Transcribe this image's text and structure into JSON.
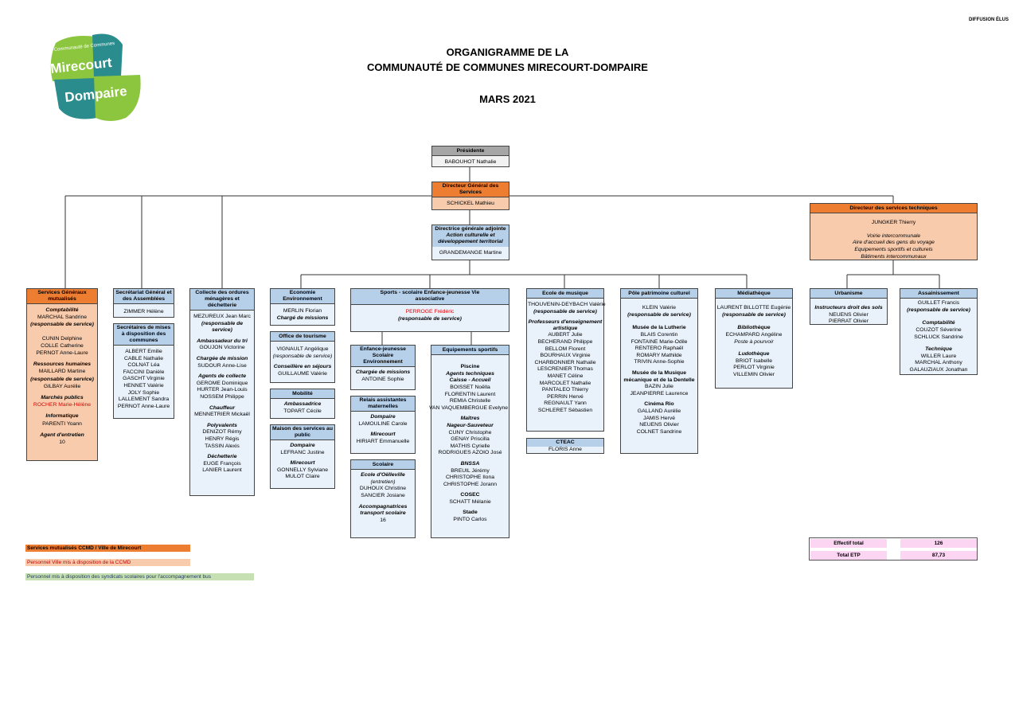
{
  "header": {
    "diffusion": "DIFFUSION ÉLUS",
    "title_line1": "ORGANIGRAMME DE LA",
    "title_line2": "COMMUNAUTÉ DE COMMUNES MIRECOURT-DOMPAIRE",
    "date": "MARS 2021"
  },
  "logo": {
    "small": "Communauté de Communes",
    "word1": "Mirecourt",
    "word2": "Dompaire"
  },
  "colors": {
    "orange": "#ed7d31",
    "peach": "#f8cbad",
    "green": "#c6e0b4",
    "blue_header": "#b7d0ea",
    "blue_body": "#e9f2fb",
    "logo_green": "#8cc63f",
    "logo_teal": "#2a8c8c"
  },
  "top": {
    "presidente": {
      "title": "Présidente",
      "name": "BABOUHOT Nathalie"
    },
    "dgs": {
      "title": "Directeur Général des Services",
      "name": "SCHICKEL Mathieu"
    },
    "dga": {
      "title": "Directrice générale adjointe",
      "sub": "Action culturelle et développement territorial",
      "name": "GRANDEMANGE Martine"
    },
    "dst": {
      "title": "Directeur des services techniques",
      "name": "JUNGKER Thierry",
      "items": [
        "Voirie intercommunale",
        "Aire d'accueil des gens du voyage",
        "Equipements sportifs et culturels",
        "Bâtiments intercommunaux"
      ]
    }
  },
  "services_generaux": {
    "title": "Services Généraux mutualisés",
    "s1": "Comptabilité",
    "s1_name": "MARCHAL Sandrine",
    "s1_resp": "(responsable de service)",
    "s1_names": [
      "CUNIN Delphine",
      "COLLE Catherine",
      "PERNOT Anne-Laure"
    ],
    "s2": "Ressources humaines",
    "s2_names": [
      "MAILLARD Martine"
    ],
    "s2_resp": "(responsable de service)",
    "s2_extra": "GILBAY Aurélie",
    "s3": "Marchés publics",
    "s3_name": "ROCHER Marie-Hélène",
    "s4": "Informatique",
    "s4_name": "PARENTI Yoann",
    "s5": "Agent d'entretien",
    "s5_count": "10"
  },
  "secretariat": {
    "title": "Secrétariat Général et des Assemblées",
    "name": "ZIMMER Hélène",
    "title2": "Secrétaires de mises à disposition des communes",
    "names": [
      "ALBERT Emilie",
      "CABLE Nathalie",
      "COLNAT Léa",
      "FACCINI Danièle",
      "GASCHT Virginie",
      "HENNET Valérie",
      "JOLY Sophie",
      "LALLEMENT Sandra",
      "PERNOT Anne-Laure"
    ]
  },
  "collecte": {
    "title": "Collecte des ordures ménagères et déchetterie",
    "name": "MEZUREUX Jean Marc",
    "resp": "(responsable de service)",
    "s1": "Ambassadeur du tri",
    "s1_name": "GOUJON Victorine",
    "s2": "Chargée de mission",
    "s2_name": "SUDOUR Anne-Lise",
    "s3": "Agents de collecte",
    "s3_names": [
      "GEROME Dominique",
      "HURTER Jean-Louis",
      "NOSSEM Philippe"
    ],
    "s4": "Chauffeur",
    "s4_name": "MENNETRIER Mickaël",
    "s5": "Polyvalents",
    "s5_names": [
      "DENIZOT Rémy",
      "HENRY Régis",
      "TASSIN Alexis"
    ],
    "s6": "Déchetterie",
    "s6_names": [
      "EUGE François",
      "LANIER Laurent"
    ]
  },
  "economie": {
    "title": "Economie Environnement",
    "name": "MERLIN Florian",
    "role": "Chargé de missions",
    "office_title": "Office de tourisme",
    "office_name": "VIGNAULT Angélique",
    "office_resp": "(responsable de service)",
    "office_s1": "Conseillère en séjours",
    "office_s1_name": "GUILLAUME Valérie",
    "mob_title": "Mobilité",
    "mob_s1": "Ambassadrice",
    "mob_name": "TOPART Cécile",
    "mai_title": "Maison des services au public",
    "mai_s1": "Dompaire",
    "mai_s1_name": "LEFRANC Justine",
    "mai_s2": "Mirecourt",
    "mai_s2_names": [
      "GONNELLY Sylviane",
      "MULOT Claire"
    ]
  },
  "sports": {
    "title": "Sports - scolaire Enfance-jeunesse Vie associative",
    "name": "PERROGE Frédéric",
    "resp": "(responsable de service)"
  },
  "enfance": {
    "title": "Enfance-jeunesse Scolaire Environnement",
    "s1": "Chargée de missions",
    "s1_name": "ANTOINE Sophie",
    "relais_title": "Relais assistantes maternelles",
    "relais_s1": "Dompaire",
    "relais_s1_name": "LAMOULINE Carole",
    "relais_s2": "Mirecourt",
    "relais_s2_name": "HIRIART Emmanuelle",
    "scol_title": "Scolaire",
    "scol_s1": "Ecole d'Oëlleville",
    "scol_s1_sub": "(entretien)",
    "scol_s1_names": [
      "DUHOUX Christine",
      "SANCIER Josiane"
    ],
    "scol_s2": "Accompagnatrices transport scolaire",
    "scol_s2_count": "16"
  },
  "equipements": {
    "title": "Equipements sportifs",
    "s1": "Piscine",
    "s2": "Agents techniques",
    "s2_names": [
      "Caisse - Accueil",
      "BOISSET Noëlla",
      "FLORENTIN Laurent",
      "REMIA Christelle",
      "VAN VAQUEMBERGUE Evelyne"
    ],
    "s3": "Maîtres",
    "s3_sub": "Nageur-Sauveteur",
    "s3_names": [
      "CUNY Christophe",
      "GENAY Priscilla",
      "MATHIS Cyrielle",
      "RODRIGUES AZOIO José"
    ],
    "s4": "BNSSA",
    "s4_names": [
      "BREUIL Jérémy",
      "CHRISTOPHE Ilona",
      "CHRISTOPHE Jorann"
    ],
    "s5": "COSEC",
    "s5_name": "SCHATT Mélanie",
    "s6": "Stade",
    "s6_name": "PINTO Carlos"
  },
  "musique": {
    "title": "Ecole de musique",
    "name": "THOUVENIN-DEYBACH Valérie",
    "resp": "(responsable de service)",
    "s1": "Professeurs d'enseignement artistique",
    "names": [
      "AUBERT Julie",
      "BECHERAND Philippe",
      "BELLOM Florent",
      "BOURHAUX Virginie",
      "CHARBONNIER Nathalie",
      "LESCRENIER Thomas",
      "MANET Céline",
      "MARCOLET Nathalie",
      "PANTALEO Thierry",
      "PERRIN Hervé",
      "REGNAULT Yann",
      "SCHLERET Sébastien"
    ],
    "cteac_title": "CTEAC",
    "cteac_name": "FLORIS Anne"
  },
  "patrimoine": {
    "title": "Pôle patrimoine culturel",
    "name": "KLEIN Valérie",
    "resp": "(responsable de service)",
    "s1": "Musée de la Lutherie",
    "s1_names": [
      "BLAIS Corentin",
      "FONTAINE Marie-Odile",
      "RENTERO Raphaël",
      "ROMARY Mathilde",
      "TRIVIN Anne-Sophie"
    ],
    "s2": "Musée de la Musique mécanique et de la Dentelle",
    "s2_names": [
      "BAZIN Julie",
      "JEANPIERRE Laurence"
    ],
    "s3": "Cinéma Rio",
    "s3_names": [
      "GALLAND Aurélie",
      "JAMIS Hervé",
      "NEUENS Olivier",
      "COLNET Sandrine"
    ]
  },
  "mediatheque": {
    "title": "Médiathèque",
    "name": "LAURENT BILLOTTE Eugénie",
    "resp": "(responsable de service)",
    "s1": "Bibliothèque",
    "s1_name": "ECHAMPARD Angéline",
    "s1_sub": "Poste à pourvoir",
    "s2": "Ludothèque",
    "s2_names": [
      "BRIOT Isabelle",
      "PERLOT Virginie",
      "VILLEMIN Olivier"
    ]
  },
  "urbanisme": {
    "title": "Urbanisme",
    "s1": "Instructeurs droit des sols",
    "names": [
      "NEUENS Olivier",
      "PIERRAT Olivier"
    ]
  },
  "assainissement": {
    "title": "Assainissement",
    "name": "GUILLET Francis",
    "resp": "(responsable de service)",
    "s1": "Comptabilité",
    "s1_names": [
      "COUZOT Séverine",
      "SCHLUCK Sandrine"
    ],
    "s2": "Technique",
    "s2_names": [
      "WILLER Laure",
      "MARCHAL Anthony",
      "GALAUZIAUX Jonathan"
    ]
  },
  "legend": {
    "l1": "Services mutualisés CCMD / Ville de Mirecourt",
    "l2": "Personnel Ville mis à disposition de la CCMD",
    "l3": "Personnel mis à disposition des syndicats scolaires pour l'accompagnement bus"
  },
  "totals": {
    "effectif_label": "Effectif total",
    "effectif_value": "126",
    "etp_label": "Total ETP",
    "etp_value": "87,73"
  }
}
